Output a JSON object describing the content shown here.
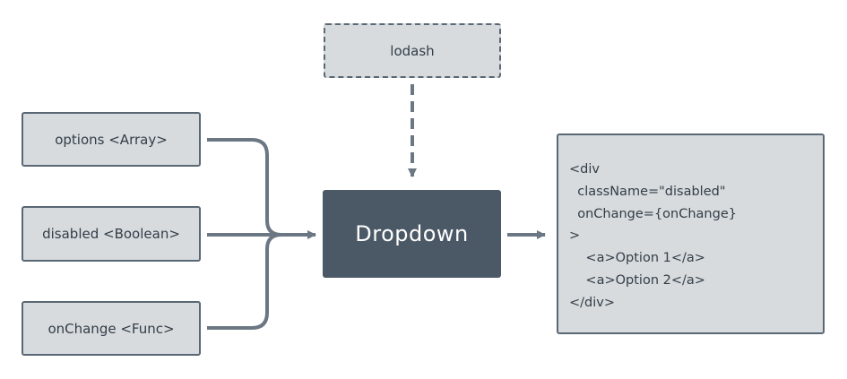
{
  "dependency": {
    "label": "lodash"
  },
  "inputs": [
    {
      "label": "options <Array>"
    },
    {
      "label": "disabled <Boolean>"
    },
    {
      "label": "onChange <Func>"
    }
  ],
  "component": {
    "label": "Dropdown"
  },
  "output": {
    "lines": [
      "<div",
      "  className=\"disabled\"",
      "  onChange={onChange}",
      ">",
      "    <a>Option 1</a>",
      "    <a>Option 2</a>",
      "</div>"
    ]
  },
  "colors": {
    "connector": "#6b7783",
    "box_fill": "#d7dbde",
    "box_border": "#5a6774",
    "component_fill": "#4b5966",
    "component_text": "#ffffff",
    "text": "#333d47"
  }
}
